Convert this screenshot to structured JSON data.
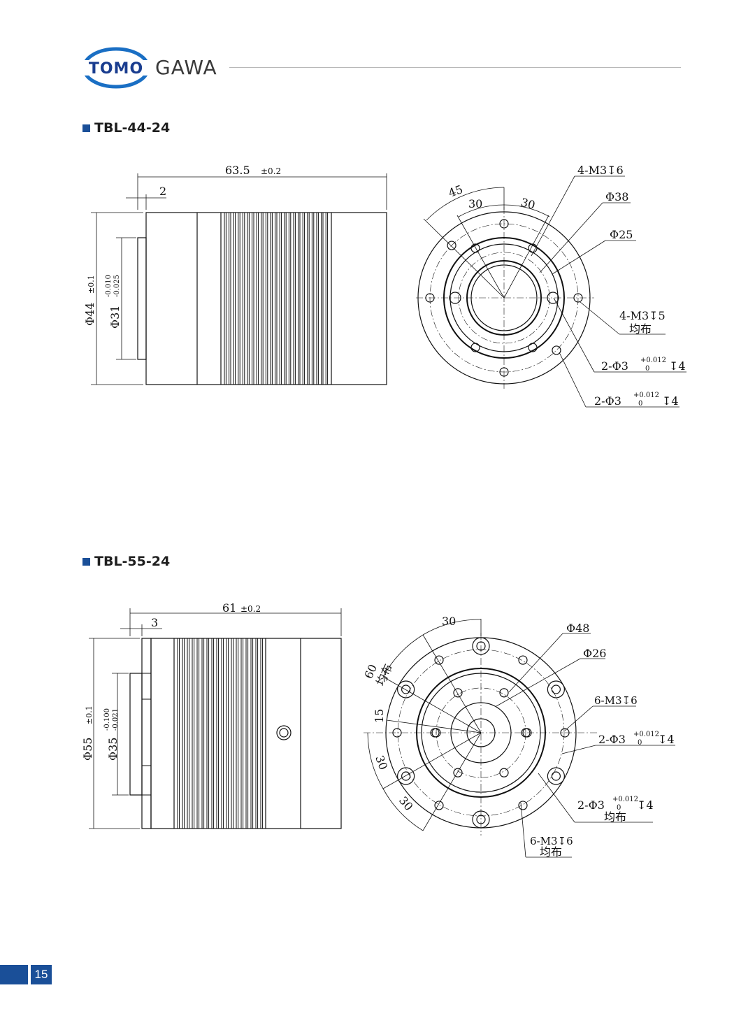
{
  "brand": {
    "logo_text": "TOMO",
    "name_suffix": "GAWA",
    "colors": {
      "logo_blue": "#1a6fc4",
      "logo_dark": "#1a3d8f",
      "accent": "#1a4f98"
    }
  },
  "page_number": "15",
  "sections": [
    {
      "title": "TBL-44-24",
      "side": {
        "length": "63.5",
        "length_tol": "±0.2",
        "step": "2",
        "outer_dia": "Φ44",
        "outer_tol": "±0.1",
        "inner_dia": "Φ31",
        "inner_tol_upper": "-0.010",
        "inner_tol_lower": "-0.025"
      },
      "front": {
        "ang_45": "45",
        "ang_30a": "30",
        "ang_30b": "30",
        "thread_top": "4-M3↧6",
        "d38": "Φ38",
        "d25": "Φ25",
        "thread_mid": "4-M3↧5",
        "even": "均布",
        "pin1_label": "2-Φ3",
        "pin1_tol_u": "+0.012",
        "pin1_tol_l": "0",
        "pin1_depth": "↧4",
        "pin2_label": "2-Φ3",
        "pin2_tol_u": "+0.012",
        "pin2_tol_l": "0",
        "pin2_depth": "↧4"
      }
    },
    {
      "title": "TBL-55-24",
      "side": {
        "length": "61",
        "length_tol": "±0.2",
        "step": "3",
        "outer_dia": "Φ55",
        "outer_tol": "±0.1",
        "inner_dia": "Φ35",
        "inner_tol_upper": "-0.100",
        "inner_tol_lower": "-0.021"
      },
      "front": {
        "ang_30top": "30",
        "ang_60": "60",
        "even_left": "均布",
        "ang_15": "15",
        "ang_30left": "30",
        "ang_30bot": "30",
        "d48": "Φ48",
        "d26": "Φ26",
        "thread_r": "6-M3↧6",
        "pin_r_label": "2-Φ3",
        "pin_r_tol_u": "+0.012",
        "pin_r_tol_l": "0",
        "pin_r_depth": "↧4",
        "pin_b_label": "2-Φ3",
        "pin_b_tol_u": "+0.012",
        "pin_b_tol_l": "0",
        "pin_b_depth": "↧4",
        "even_b": "均布",
        "thread_b": "6-M3↧6",
        "even_b2": "均布"
      }
    }
  ]
}
